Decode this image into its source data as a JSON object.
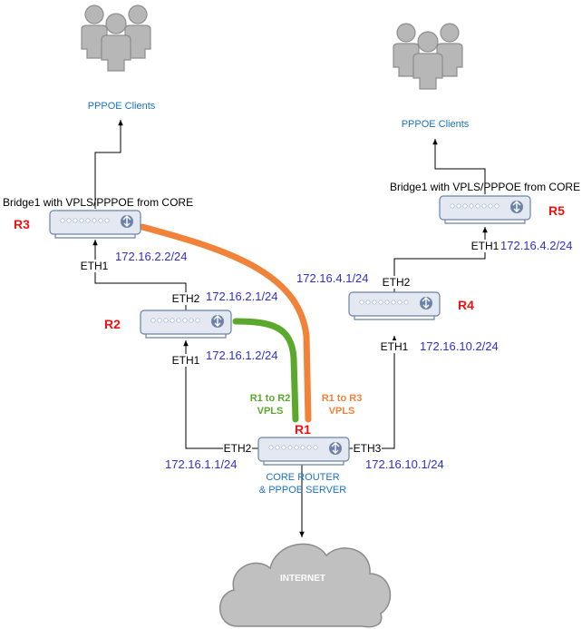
{
  "clients": {
    "left_label": "PPPOE Clients",
    "right_label": "PPPOE Clients"
  },
  "routers": {
    "r1": {
      "name": "R1",
      "caption_line1": "CORE ROUTER",
      "caption_line2": "& PPPOE SERVER"
    },
    "r2": {
      "name": "R2"
    },
    "r3": {
      "name": "R3",
      "caption": "Bridge1 with VPLS/PPPOE from CORE"
    },
    "r4": {
      "name": "R4"
    },
    "r5": {
      "name": "R5",
      "caption": "Bridge1 with VPLS/PPPOE from CORE"
    }
  },
  "interfaces": {
    "r3_eth1": "ETH1",
    "r2_eth2": "ETH2",
    "r2_eth1": "ETH1",
    "r1_eth2": "ETH2",
    "r1_eth3": "ETH3",
    "r4_eth1": "ETH1",
    "r4_eth2": "ETH2",
    "r5_eth1": "ETH1"
  },
  "ips": {
    "r3": "172.16.2.2/24",
    "r2_up": "172.16.2.1/24",
    "r2_down": "172.16.1.2/24",
    "r1_left": "172.16.1.1/24",
    "r1_right": "172.16.10.1/24",
    "r4_down": "172.16.10.2/24",
    "r4_up": "172.16.4.1/24",
    "r5": "172.16.4.2/24"
  },
  "tunnels": {
    "r1_r2": {
      "line1": "R1 to R2",
      "line2": "VPLS",
      "color": "#5aa92d"
    },
    "r1_r3": {
      "line1": "R1 to R3",
      "line2": "VPLS",
      "color": "#f0823a"
    }
  },
  "internet": {
    "label": "INTERNET"
  },
  "colors": {
    "device_fill": "#e4e9f1",
    "device_stroke": "#6c82a8",
    "people_fill": "#b7b7b7",
    "people_stroke": "#8e8e8e",
    "cloud_fill": "#c0c0c0",
    "cloud_stroke": "#8b8b8b",
    "router_name": "#ee1111",
    "ip_text": "#2f2fd6",
    "caption_blue": "#1b72c2"
  }
}
